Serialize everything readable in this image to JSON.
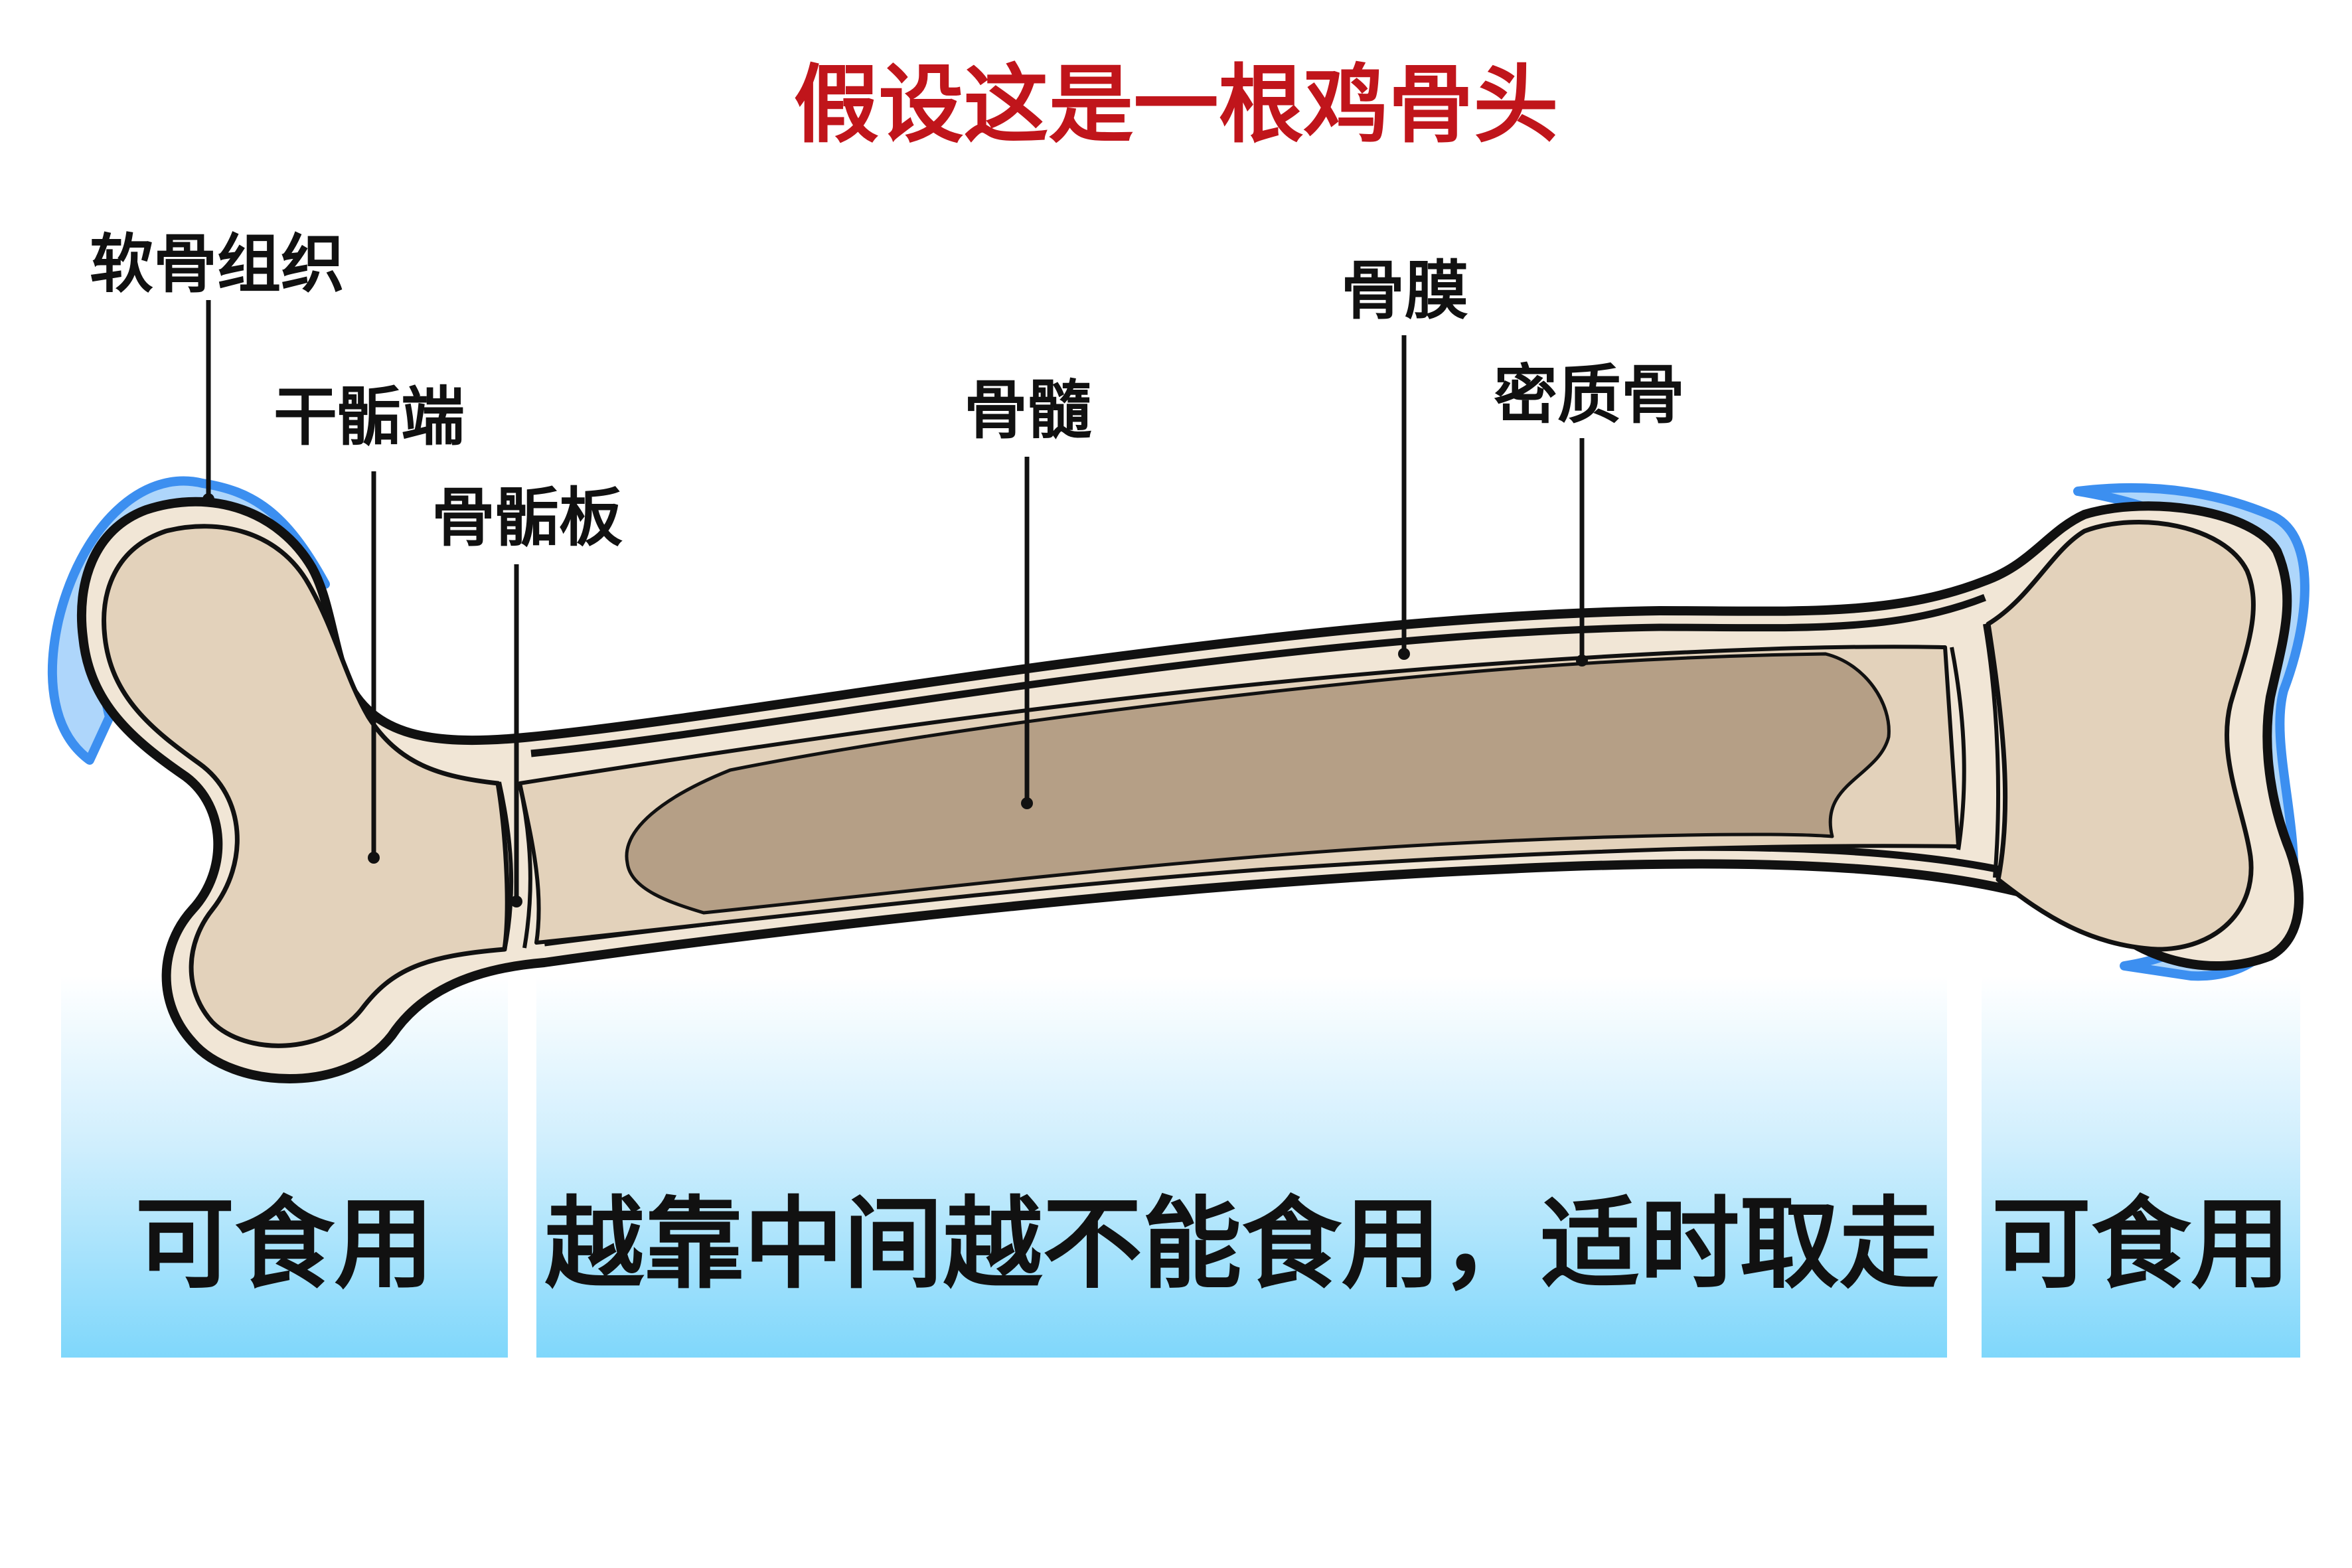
{
  "title": "假设这是一根鸡骨头",
  "labels": {
    "cartilage": "软骨组织",
    "epiphysis": "干骺端",
    "growth_plate": "骨骺板",
    "marrow": "骨髓",
    "periosteum": "骨膜",
    "compact_bone": "密质骨"
  },
  "regions": {
    "left": "可食用",
    "middle": "越靠中间越不能食用，适时取走",
    "right": "可食用"
  },
  "colors": {
    "title": "#c0151b",
    "bone": "#e3d2bb",
    "periosteum": "#f1e6d6",
    "marrow": "#b59f86",
    "cartilage": "#aed6fb",
    "cartilage_edge": "#3c8ff0",
    "band_bottom": "#7fd7fb"
  }
}
